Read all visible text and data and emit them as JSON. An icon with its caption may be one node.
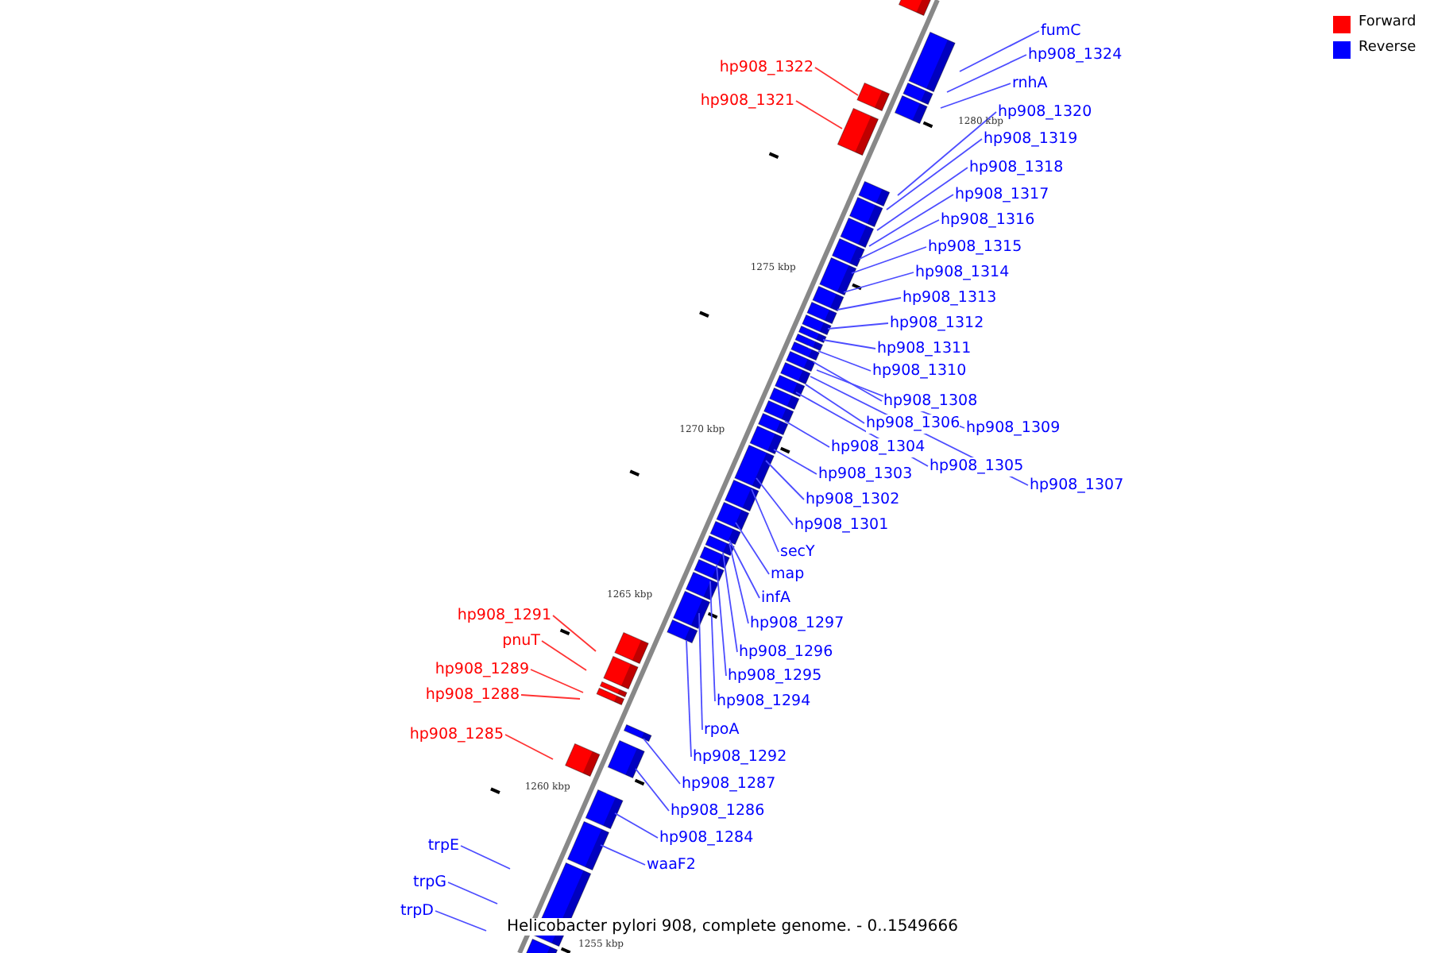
{
  "diagram": {
    "caption": "Helicobacter pylori 908, complete genome. - 0..1549666",
    "nodes": [
      {
        "text": [
          "fumC"
        ]
      },
      {
        "text": [
          "hp908_1324"
        ]
      },
      {
        "text": [
          "hp908_1322"
        ]
      },
      {
        "text": [
          "rnhA"
        ]
      },
      {
        "text": [
          "hp908_1321"
        ]
      },
      {
        "text": [
          "hp908_1320"
        ]
      },
      {
        "text": [
          "hp908_1319"
        ]
      },
      {
        "text": [
          "hp908_1318"
        ]
      },
      {
        "text": [
          "hp908_1317"
        ]
      },
      {
        "text": [
          "hp908_1316"
        ]
      },
      {
        "text": [
          "hp908_1315"
        ]
      },
      {
        "text": [
          "hp908_1314"
        ]
      },
      {
        "text": [
          "hp908_1313"
        ]
      },
      {
        "text": [
          "hp908_1312"
        ]
      },
      {
        "text": [
          "hp908_1311"
        ]
      },
      {
        "text": [
          "hp908_1310"
        ]
      },
      {
        "text": [
          "hp908_1308"
        ]
      },
      {
        "text": [
          "hp908_1306"
        ]
      },
      {
        "text": [
          "hp908_1309"
        ]
      },
      {
        "text": [
          "hp908_1304"
        ]
      },
      {
        "text": [
          "hp908_1305"
        ]
      },
      {
        "text": [
          "hp908_1303"
        ]
      },
      {
        "text": [
          "hp908_1307"
        ]
      },
      {
        "text": [
          "hp908_1302"
        ]
      },
      {
        "text": [
          "hp908_1301"
        ]
      },
      {
        "text": [
          "secY"
        ]
      },
      {
        "text": [
          "map"
        ]
      },
      {
        "text": [
          "infA"
        ]
      },
      {
        "text": [
          "hp908_1291"
        ]
      },
      {
        "text": [
          "hp908_1297"
        ]
      },
      {
        "text": [
          "pnuT"
        ]
      },
      {
        "text": [
          "hp908_1296"
        ]
      },
      {
        "text": [
          "hp908_1289"
        ]
      },
      {
        "text": [
          "hp908_1295"
        ]
      },
      {
        "text": [
          "hp908_1288"
        ]
      },
      {
        "text": [
          "hp908_1294"
        ]
      },
      {
        "text": [
          "rpoA"
        ]
      },
      {
        "text": [
          "hp908_1285"
        ]
      },
      {
        "text": [
          "hp908_1292"
        ]
      },
      {
        "text": [
          "hp908_1287"
        ]
      },
      {
        "text": [
          "hp908_1286"
        ]
      },
      {
        "text": [
          "hp908_1284"
        ]
      },
      {
        "text": [
          "trpE"
        ]
      },
      {
        "text": [
          "waaF2"
        ]
      },
      {
        "text": [
          "trpG"
        ]
      },
      {
        "text": [
          "trpD"
        ]
      }
    ],
    "edges": [
      {
        "from": 0,
        "to": null,
        "arrow": "none"
      },
      {
        "from": 1,
        "to": null,
        "arrow": "none"
      },
      {
        "from": 2,
        "to": null,
        "arrow": "none",
        "color": "#ff3333"
      },
      {
        "from": 3,
        "to": null,
        "arrow": "none"
      },
      {
        "from": 4,
        "to": null,
        "arrow": "none",
        "color": "#ff3333"
      },
      {
        "from": 5,
        "to": null,
        "arrow": "none"
      },
      {
        "from": 6,
        "to": null,
        "arrow": "none"
      },
      {
        "from": 7,
        "to": null,
        "arrow": "none"
      },
      {
        "from": 8,
        "to": null,
        "arrow": "none"
      },
      {
        "from": 9,
        "to": null,
        "arrow": "none"
      },
      {
        "from": 10,
        "to": null,
        "arrow": "none"
      },
      {
        "from": 11,
        "to": null,
        "arrow": "none"
      },
      {
        "from": 12,
        "to": null,
        "arrow": "none"
      },
      {
        "from": 13,
        "to": null,
        "arrow": "none"
      },
      {
        "from": 14,
        "to": null,
        "arrow": "none"
      },
      {
        "from": 15,
        "to": null,
        "arrow": "none"
      },
      {
        "from": 16,
        "to": null,
        "arrow": "none"
      },
      {
        "from": 17,
        "to": null,
        "arrow": "none"
      },
      {
        "from": 18,
        "to": null,
        "arrow": "none"
      },
      {
        "from": 19,
        "to": null,
        "arrow": "none"
      },
      {
        "from": 20,
        "to": null,
        "arrow": "none"
      },
      {
        "from": 21,
        "to": null,
        "arrow": "none"
      },
      {
        "from": 22,
        "to": null,
        "arrow": "none"
      },
      {
        "from": 23,
        "to": null,
        "arrow": "none"
      },
      {
        "from": 24,
        "to": null,
        "arrow": "none"
      },
      {
        "from": 25,
        "to": null,
        "arrow": "none"
      },
      {
        "from": 26,
        "to": null,
        "arrow": "none"
      },
      {
        "from": 27,
        "to": null,
        "arrow": "none"
      },
      {
        "from": 28,
        "to": null,
        "arrow": "none",
        "color": "#ff3333"
      },
      {
        "from": 29,
        "to": null,
        "arrow": "none"
      },
      {
        "from": 30,
        "to": null,
        "arrow": "none",
        "color": "#ff3333"
      },
      {
        "from": 31,
        "to": null,
        "arrow": "none"
      },
      {
        "from": 32,
        "to": null,
        "arrow": "none",
        "color": "#ff3333"
      },
      {
        "from": 33,
        "to": null,
        "arrow": "none"
      },
      {
        "from": 34,
        "to": null,
        "arrow": "none",
        "color": "#ff3333"
      },
      {
        "from": 35,
        "to": null,
        "arrow": "none"
      },
      {
        "from": 36,
        "to": null,
        "arrow": "none"
      },
      {
        "from": 37,
        "to": null,
        "arrow": "none",
        "color": "#ff3333"
      },
      {
        "from": 38,
        "to": null,
        "arrow": "none"
      },
      {
        "from": 39,
        "to": null,
        "arrow": "none"
      },
      {
        "from": 40,
        "to": null,
        "arrow": "none"
      },
      {
        "from": 41,
        "to": null,
        "arrow": "none"
      },
      {
        "from": 42,
        "to": null,
        "arrow": "none"
      },
      {
        "from": 43,
        "to": null,
        "arrow": "none"
      },
      {
        "from": 44,
        "to": null,
        "arrow": "none"
      },
      {
        "from": 45,
        "to": null,
        "arrow": "none"
      }
    ],
    "labels": [
      "1280 kbp",
      "1275 kbp",
      "1270 kbp",
      "1265 kbp",
      "1260 kbp",
      "1255 kbp"
    ],
    "legend": [
      {
        "text": "Forward",
        "color": "#ff0000"
      },
      {
        "text": "Reverse",
        "color": "#0000ff"
      }
    ]
  }
}
